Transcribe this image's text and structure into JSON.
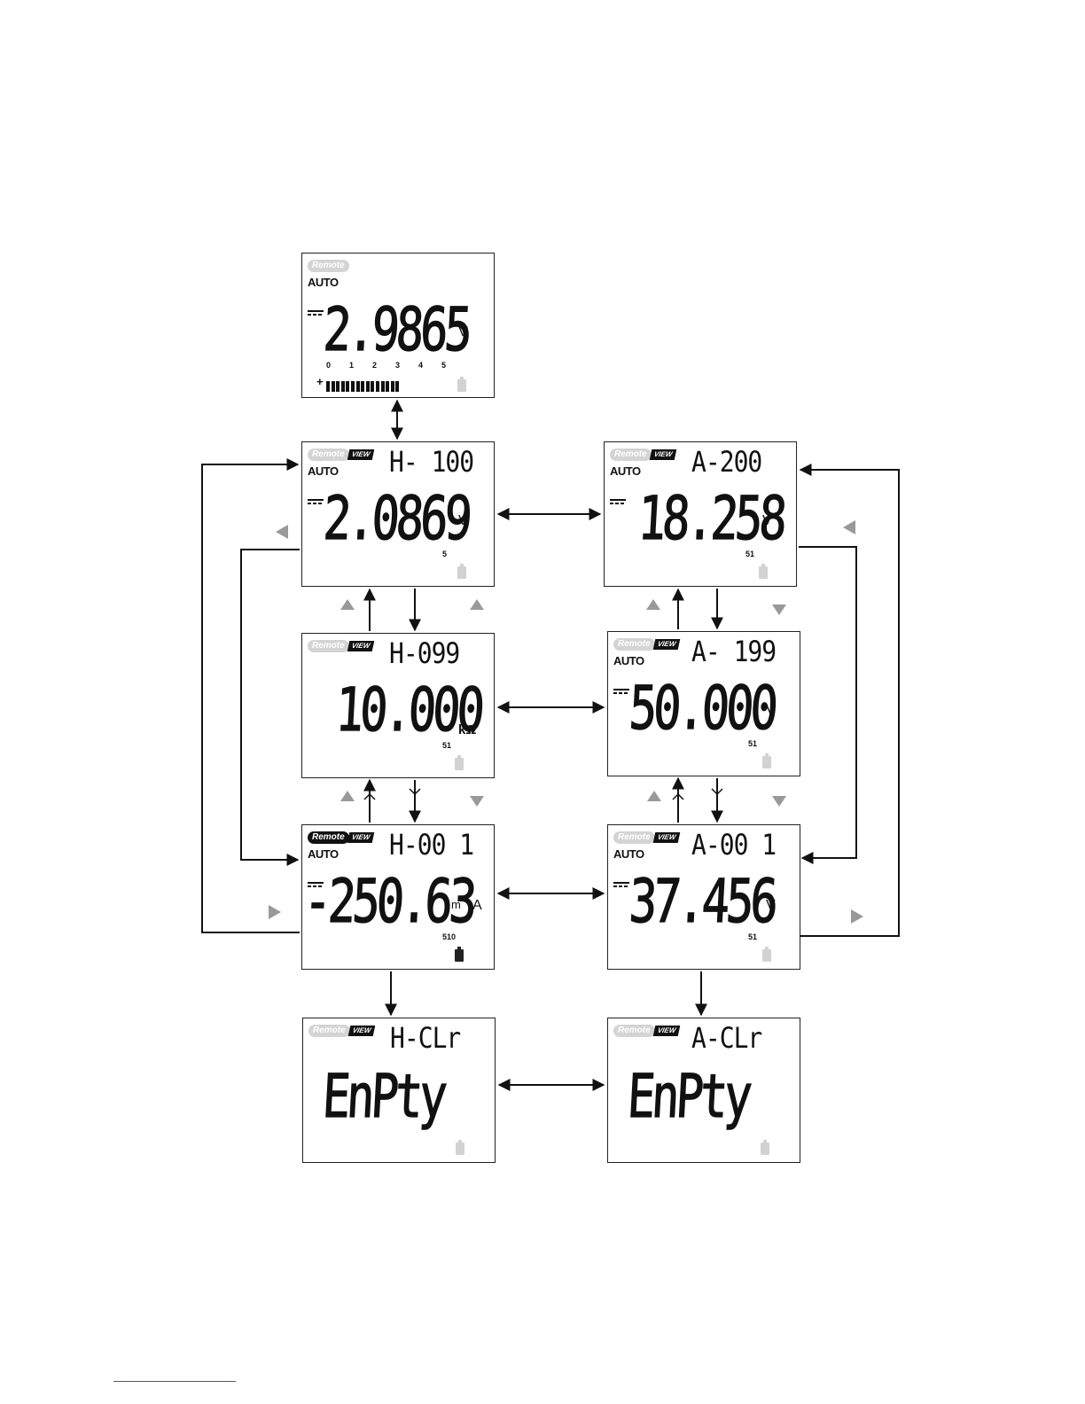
{
  "badges": {
    "remote": "Remote",
    "view": "VIEW",
    "auto": "AUTO"
  },
  "screens": {
    "live": {
      "reading": "2.9865",
      "unit": "V"
    },
    "h100": {
      "index": "H- 100",
      "reading": "2.0869",
      "unit": "V",
      "sub": "5"
    },
    "a200": {
      "index": "A-200",
      "reading": "18.258",
      "unit": "V",
      "sub": "51"
    },
    "h099": {
      "index": "H-099",
      "reading": "10.000",
      "unit": "kΩ",
      "sub": "51"
    },
    "a199": {
      "index": "A- 199",
      "reading": "50.000",
      "unit": "V",
      "sub": "51"
    },
    "h001": {
      "index": "H-00 1",
      "reading": "-250.63",
      "prefix": "m",
      "unit": "A",
      "sub": "510"
    },
    "a001": {
      "index": "A-00 1",
      "reading": "37.456",
      "unit": "V",
      "sub": "51"
    },
    "hclr": {
      "index": "H-CLr",
      "reading": "EnPty"
    },
    "aclr": {
      "index": "A-CLr",
      "reading": "EnPty"
    }
  },
  "bargraph": {
    "ticks": [
      "0",
      "1",
      "2",
      "3",
      "4",
      "5"
    ],
    "plus": "+",
    "level": 0.6
  },
  "hint_icons": [
    "left-triangle-icon",
    "up-triangle-icon",
    "down-triangle-icon",
    "right-triangle-icon"
  ],
  "colors": {
    "lcd_dim": "#d4d4d4",
    "hint": "#999999",
    "ink": "#111111"
  }
}
